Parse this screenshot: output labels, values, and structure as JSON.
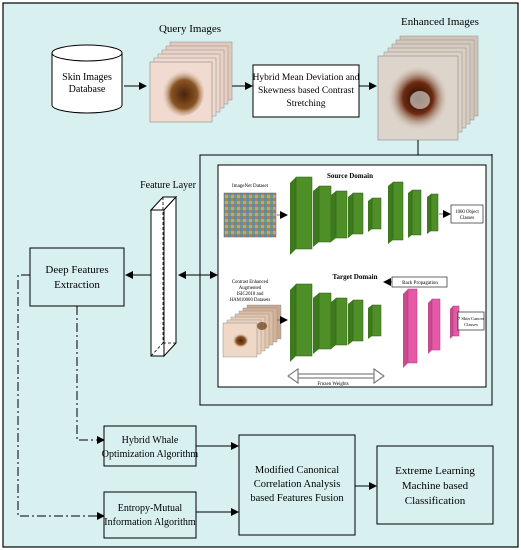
{
  "colors": {
    "panel_bg": "#d9f0f0",
    "box_border": "#000000",
    "layer_green": "#4f8f28",
    "layer_pink": "#e55aa7",
    "inset_bg": "#ffffff"
  },
  "labels": {
    "query_images": "Query Images",
    "enhanced_images": "Enhanced Images",
    "database_line1": "Skin Images",
    "database_line2": "Database",
    "contrast_line1": "Hybrid Mean Deviation and",
    "contrast_line2": "Skewness based Contrast",
    "contrast_line3": "Stretching",
    "feature_layer": "Feature Layer",
    "deep_features_line1": "Deep Features",
    "deep_features_line2": "Extraction",
    "whale_line1": "Hybrid Whale",
    "whale_line2": "Optimization Algorithm",
    "entropy_line1": "Entropy-Mutual",
    "entropy_line2": "Information Algorithm",
    "fusion_line1": "Modified Canonical",
    "fusion_line2": "Correlation Analysis",
    "fusion_line3": "based Features Fusion",
    "elm_line1": "Extreme Learning",
    "elm_line2": "Machine based",
    "elm_line3": "Classification"
  },
  "transfer": {
    "source_domain": "Source Domain",
    "target_domain": "Target Domain",
    "imagenet": "ImageNet Dataset",
    "object_classes_line1": "1000 Object",
    "object_classes_line2": "Classes",
    "contrast_enh_line1": "Contrast Enhanced",
    "contrast_enh_line2": "Augmented",
    "contrast_enh_line3": "ISIC2018 and",
    "contrast_enh_line4": "HAM10000 Datasets",
    "back_propagation": "Back Propagation",
    "skin_classes_line1": "7 Skin Cancer",
    "skin_classes_line2": "Classes",
    "frozen_weights": "Frozen Weights"
  },
  "icons": [
    "database-icon",
    "query-images-stack",
    "enhanced-images-stack",
    "imagenet-mosaic",
    "skin-dataset-stack"
  ]
}
